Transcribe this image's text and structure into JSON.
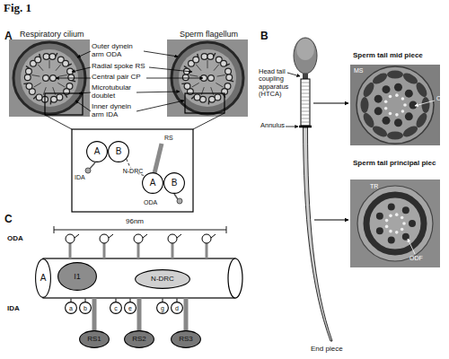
{
  "diagram": {
    "title": "Fig. 1",
    "nodes": [
      {
        "text": [
          "A"
        ]
      },
      {
        "text": [
          "B"
        ]
      },
      {
        "text": [
          "A"
        ]
      },
      {
        "text": [
          "B"
        ]
      },
      {
        "text": [
          "A"
        ]
      },
      {
        "text": [
          "I1"
        ]
      },
      {
        "text": [
          "N-DRC"
        ]
      },
      {
        "text": [
          "a"
        ]
      },
      {
        "text": [
          "b"
        ]
      },
      {
        "text": [
          "c"
        ]
      },
      {
        "text": [
          "e"
        ]
      },
      {
        "text": [
          "g"
        ]
      },
      {
        "text": [
          "d"
        ]
      },
      {
        "text": [
          "RS1"
        ]
      },
      {
        "text": [
          "RS2"
        ]
      },
      {
        "text": [
          "RS3"
        ]
      }
    ],
    "edges": [
      {
        "from": 1,
        "to": 2,
        "label": "N-DRC",
        "arrow": "none"
      }
    ],
    "labels": [
      "A",
      "Respiratory cilium",
      "Sperm flagellum",
      "Outer dynein arm ODA",
      "Radial spoke RS",
      "Central pair CP",
      "Microtubular doublet",
      "Inner dynein arm IDA",
      "IDA",
      "RS",
      "ODA",
      "B",
      "Head tail coupling apparatus (HTCA)",
      "Annulus",
      "Sperm tail mid piece",
      "MS",
      "O",
      "Sperm tail principal piec",
      "TR",
      "ODF",
      "End piece",
      "C",
      "96nm",
      "ODA",
      "IDA"
    ]
  }
}
